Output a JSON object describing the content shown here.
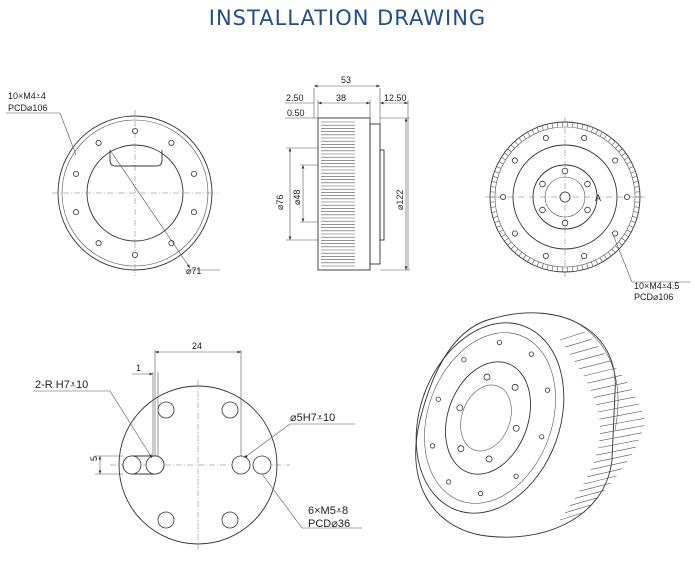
{
  "title": "INSTALLATION DRAWING",
  "front_view": {
    "callout_line1": "10×M4⩡4",
    "callout_line2": "PCD⌀106",
    "inner_dia": "⌀71"
  },
  "side_view": {
    "dim_top": "53",
    "dim_left": "2.50",
    "dim_mid": "38",
    "dim_right": "12.50",
    "dim_step": "0.50",
    "dia_76": "⌀76",
    "dia_48": "⌀48",
    "dia_122": "⌀122"
  },
  "rear_view": {
    "callout_line1": "10×M4⩡4.5",
    "callout_line2": "PCD⌀106",
    "label_a": "A"
  },
  "detail_view": {
    "dim_24": "24",
    "dim_1": "1",
    "dim_5": "5",
    "callout_pin": "2-R H7⩡10",
    "callout_bore": "⌀5H7⩡10",
    "callout_holes_line1": "6×M5⩡8",
    "callout_holes_line2": "PCD⌀36"
  }
}
